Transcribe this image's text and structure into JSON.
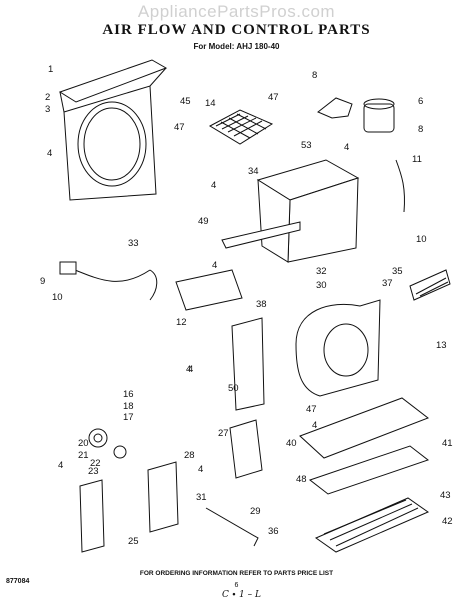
{
  "watermark": "AppliancePartsPros.com",
  "title": "AIR FLOW AND CONTROL PARTS",
  "subtitle": "For Model: AHJ 180-40",
  "footer": "FOR ORDERING INFORMATION REFER TO PARTS PRICE LIST",
  "doc_number": "877084",
  "page_number": "6",
  "handwritten_mark": "C ∙ 1 – L",
  "callouts": [
    "1",
    "2",
    "3",
    "4",
    "47",
    "45",
    "14",
    "47",
    "8",
    "6",
    "4",
    "53",
    "8",
    "11",
    "34",
    "4",
    "49",
    "33",
    "9",
    "10",
    "4",
    "32",
    "30",
    "38",
    "12",
    "4",
    "10",
    "35",
    "37",
    "13",
    "4",
    "50",
    "47",
    "4",
    "16",
    "18",
    "17",
    "20",
    "21",
    "27",
    "40",
    "41",
    "22",
    "23",
    "28",
    "4",
    "31",
    "29",
    "36",
    "48",
    "43",
    "42",
    "25",
    "4"
  ]
}
